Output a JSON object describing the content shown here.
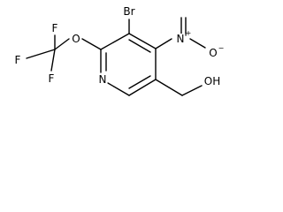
{
  "structure": {
    "atoms": {
      "br": "Br",
      "o_ether": "O",
      "n_nitro": "N",
      "n_charge": "+",
      "o_nitro": "O",
      "o_charge": "−",
      "n_ring": "N",
      "oh": "OH",
      "f_top": "F",
      "f_left": "F",
      "f_bottom": "F"
    }
  }
}
